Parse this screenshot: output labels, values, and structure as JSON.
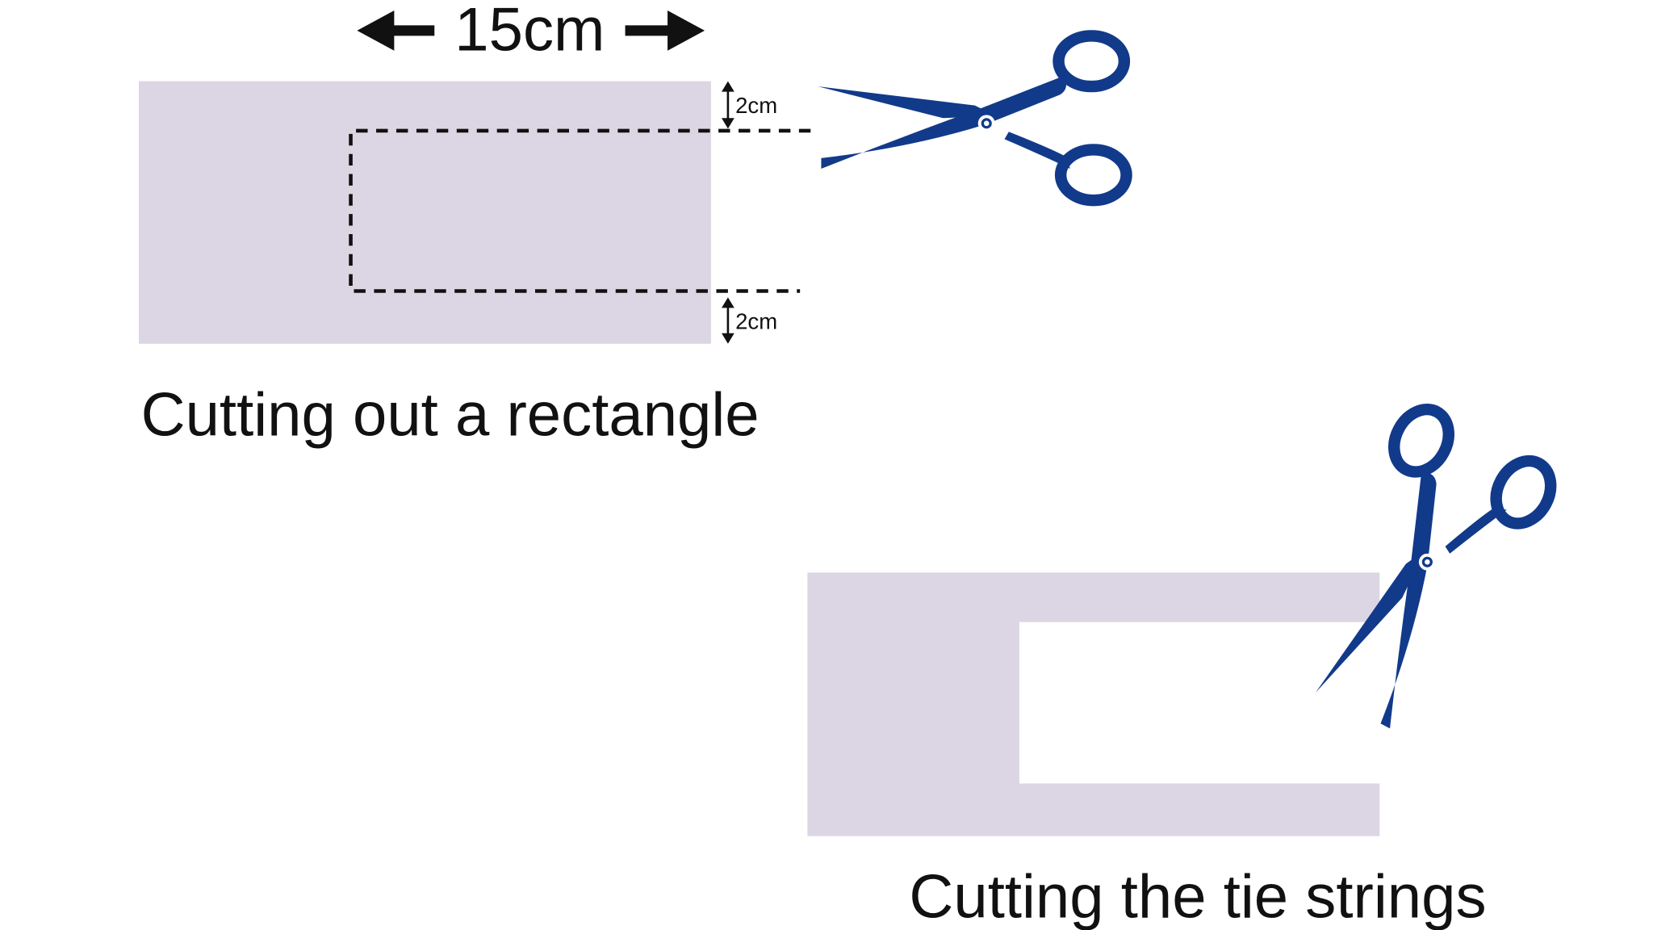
{
  "colors": {
    "fabric": "#dcd6e4",
    "scissors": "#123a8a",
    "ink": "#111111"
  },
  "top": {
    "width_label": "15cm",
    "margin_top_label": "2cm",
    "margin_bottom_label": "2cm",
    "caption": "Cutting out a rectangle"
  },
  "bottom": {
    "caption": "Cutting the tie strings"
  }
}
